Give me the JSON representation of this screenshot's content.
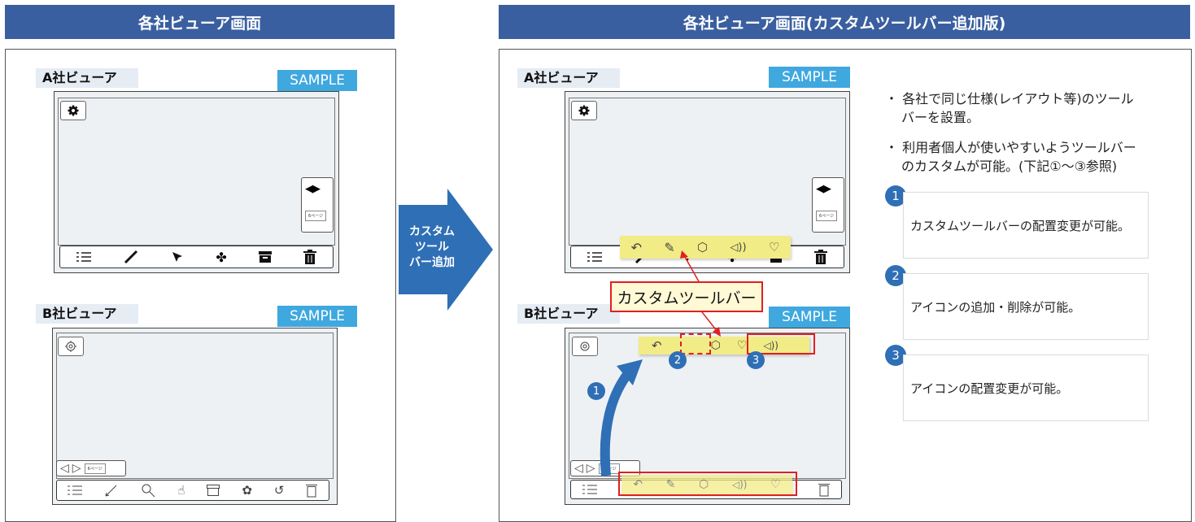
{
  "left_header": "各社ビューア画面",
  "right_header": "各社ビューア画面(カスタムツールバー追加版)",
  "arrow_label": [
    "カスタム",
    "ツール",
    "バー追加"
  ],
  "viewer_a_label": "A社ビューア",
  "viewer_b_label": "B社ビューア",
  "sample_label": "SAMPLE",
  "page_label": "6ページ",
  "callout_label": "カスタムツールバー",
  "bullets": [
    "・ 各社で同じ仕様(レイアウト等)のツール",
    "バーを設置。",
    "・ 利用者個人が使いやすいようツールバー",
    "のカスタムが可能。(下記①～③参照)"
  ],
  "features": [
    {
      "num": "1",
      "text": "カスタムツールバーの配置変更が可能。"
    },
    {
      "num": "2",
      "text": "アイコンの追加・削除が可能。"
    },
    {
      "num": "3",
      "text": "アイコンの配置変更が可能。"
    }
  ],
  "colors": {
    "header": "#3a5fa0",
    "sample": "#3fa8df",
    "accent": "#2f6fb6",
    "highlight": "#f2ec86",
    "red": "#e02020"
  }
}
